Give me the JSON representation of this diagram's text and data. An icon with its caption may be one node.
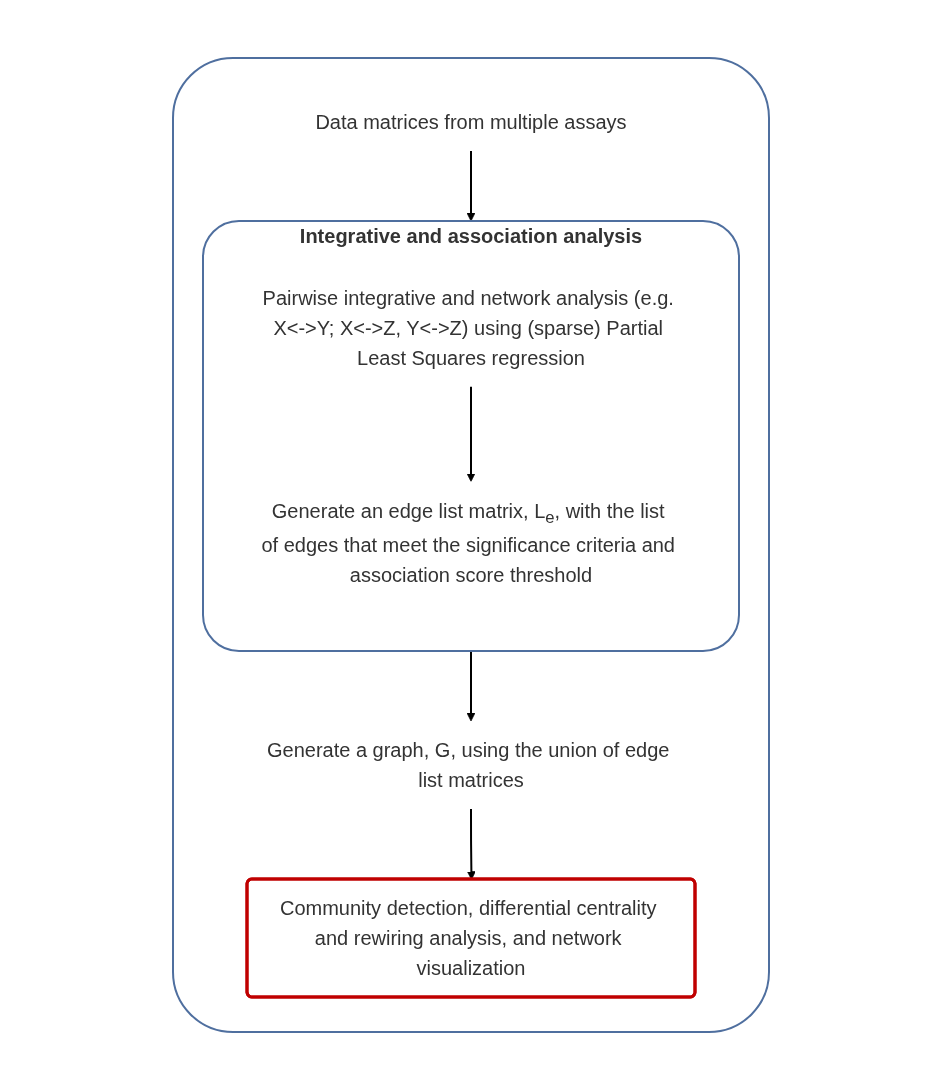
{
  "diagram": {
    "nodes": [
      {
        "text": [],
        "shape": "box"
      },
      {
        "text": [
          "Data matrices from multiple assays"
        ],
        "in": 0
      },
      {
        "text": [
          "Integrative and association analysis"
        ],
        "in": 0
      },
      {
        "text": [
          "Pairwise integrative and network analysis (e.g. X<->Y; X<->Z, Y<->Z) using (sparse) Partial Least Squares regression"
        ],
        "in": 2
      },
      {
        "text": [
          "Generate an edge list matrix, L$_{e}$, with the list of edges that meet the significance criteria and association score threshold"
        ],
        "in": 2
      },
      {
        "text": [
          "Generate a graph, G, using the union of edge list matrices"
        ],
        "in": 0
      },
      {
        "text": [
          "Community detection, differential centrality and rewiring analysis, and network visualization"
        ],
        "in": 0
      }
    ],
    "edges": [
      {
        "from": 1,
        "to": 2,
        "arrow": "to"
      },
      {
        "from": 3,
        "to": 4,
        "arrow": "to"
      },
      {
        "from": 2,
        "to": 5,
        "arrow": "to"
      },
      {
        "from": 5,
        "to": 6,
        "arrow": "to"
      }
    ]
  }
}
